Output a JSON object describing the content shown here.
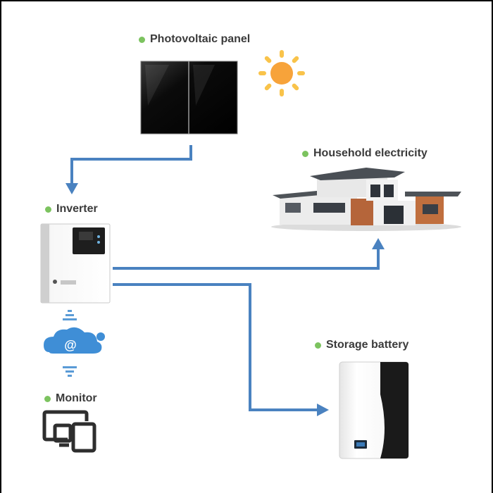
{
  "labels": {
    "pv": "Photovoltaic panel",
    "household": "Household electricity",
    "inverter": "Inverter",
    "battery": "Storage battery",
    "monitor": "Monitor"
  },
  "cloud": {
    "symbol": "@"
  },
  "colors": {
    "arrow": "#4a82c0",
    "dot": "#7cc35f",
    "label_text": "#3b3b3b",
    "sun": "#f7a33a",
    "cloud": "#3f8ed6",
    "panel": "#0d0d0d"
  },
  "icons": [
    "sun-icon",
    "cloud-at-icon",
    "signal-up-icon",
    "signal-down-icon",
    "monitor-icon"
  ]
}
